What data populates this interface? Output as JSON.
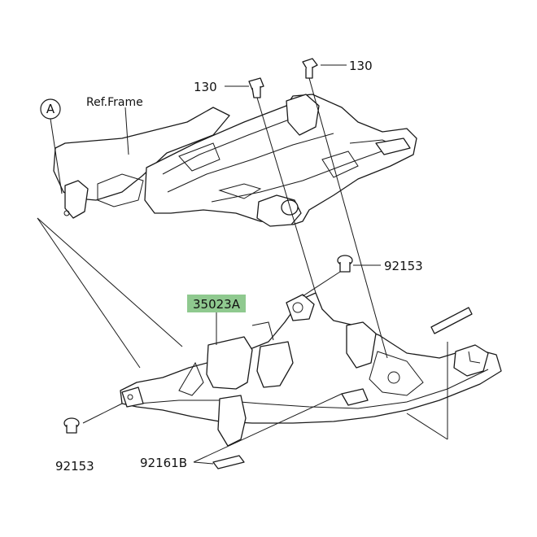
{
  "labels": {
    "bolt_top_right": "130",
    "bolt_top_left": "130",
    "ref_frame": "Ref.Frame",
    "callout_a": "A",
    "clip_right": "92153",
    "part_highlight": "35023A",
    "clip_left": "92153",
    "pad": "92161B"
  },
  "colors": {
    "highlight_fill": "#8fc98f",
    "line": "#1a1a1a"
  }
}
